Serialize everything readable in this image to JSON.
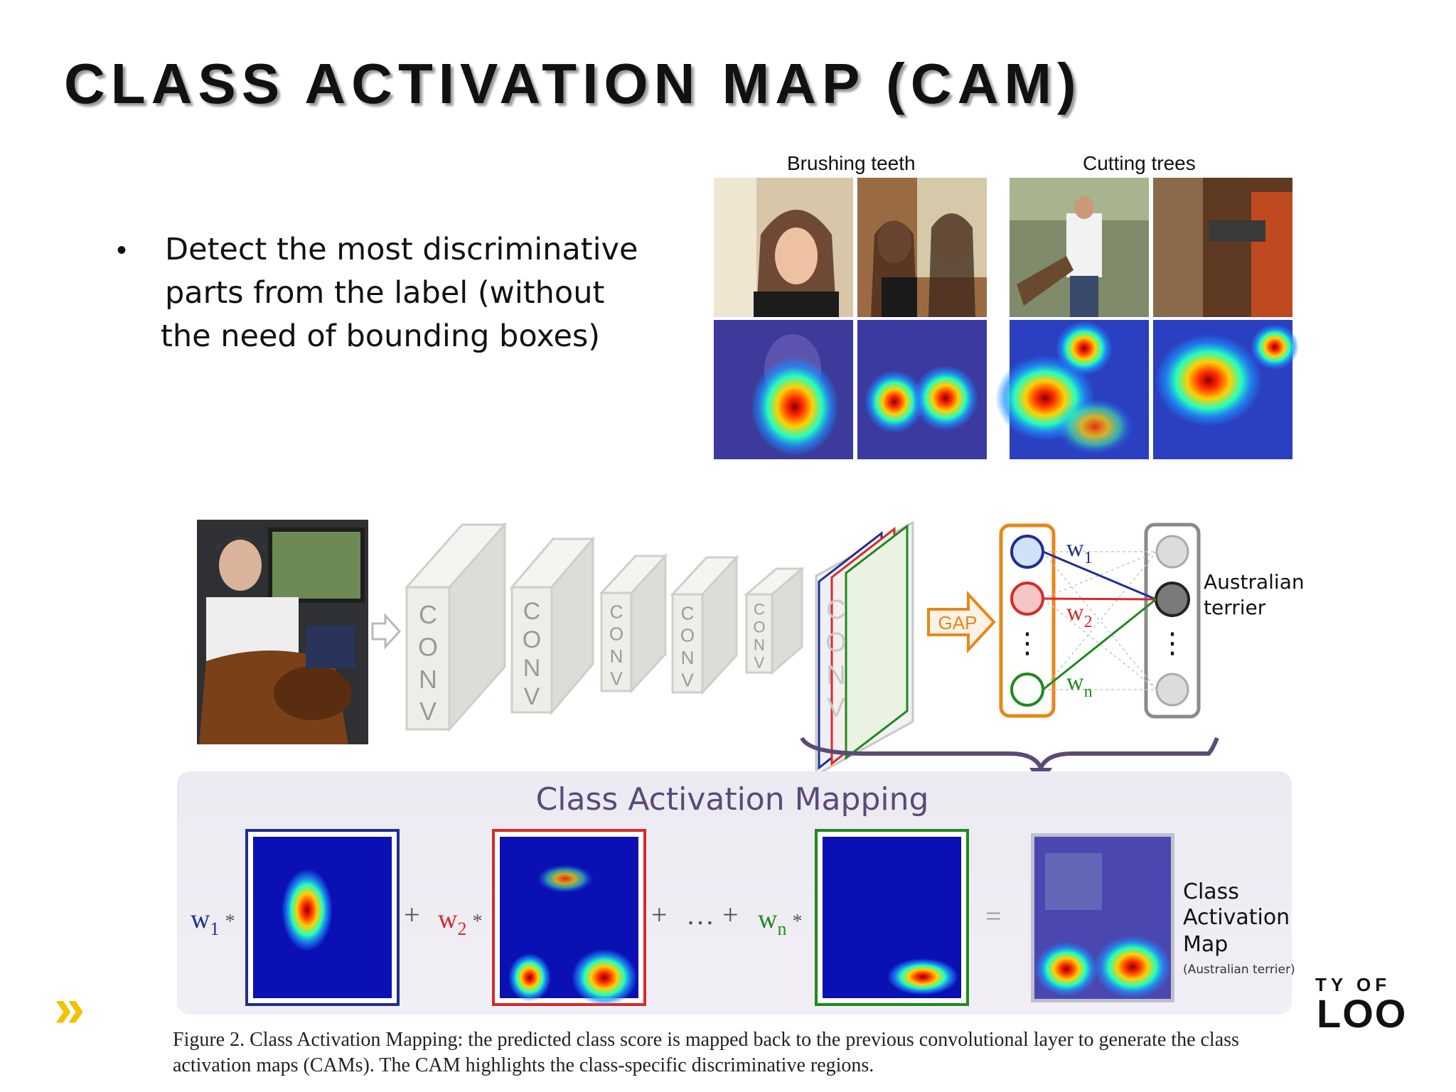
{
  "slide": {
    "title": "CLASS ACTIVATION MAP (CAM)",
    "bullet": {
      "line1": "Detect the most discriminative",
      "line2": "parts from the label (without",
      "line3": "the need of bounding boxes)"
    }
  },
  "examples": {
    "left_label": "Brushing teeth",
    "right_label": "Cutting trees"
  },
  "network": {
    "conv_label": "CONV",
    "gap_label": "GAP",
    "w1": "w",
    "w1_sub": "1",
    "w2": "w",
    "w2_sub": "2",
    "wn": "w",
    "wn_sub": "n",
    "output_line1": "Australian",
    "output_line2": "terrier",
    "dots": "⋮"
  },
  "cam_panel": {
    "title": "Class Activation Mapping",
    "term1_w": "w",
    "term1_sub": "1",
    "term2_w": "w",
    "term2_sub": "2",
    "termn_w": "w",
    "termn_sub": "n",
    "star": "*",
    "plus": "+",
    "ellipsis": "…",
    "equals": "=",
    "result_line1": "Class",
    "result_line2": "Activation",
    "result_line3": "Map",
    "result_note": "(Australian terrier)"
  },
  "figure_caption": "Figure 2. Class Activation Mapping: the predicted class score is mapped back to the previous convolutional layer to generate the class activation maps (CAMs). The CAM highlights the class-specific discriminative regions.",
  "footer": {
    "uni_top": "TY OF",
    "uni_bottom": "LOO",
    "chevron": "»"
  },
  "colors": {
    "blue": "#1f2f8f",
    "red": "#d62a2a",
    "green": "#1e8a1e",
    "orange": "#e8861a",
    "purple": "#5a4a78"
  }
}
